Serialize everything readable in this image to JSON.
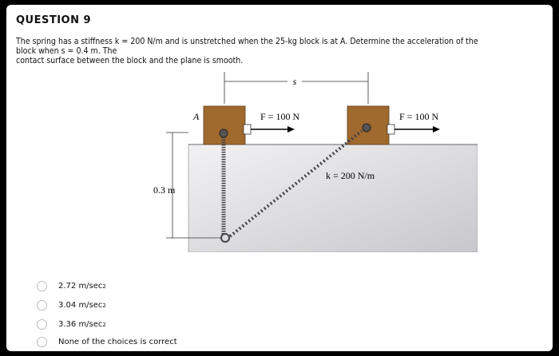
{
  "question": {
    "title": "QUESTION 9",
    "text_line1": "The spring has a stiffness k = 200 N/m and is unstretched when the 25-kg block is at A. Determine the acceleration of the block when s = 0.4 m. The",
    "text_line2": "contact surface between the block and the plane is smooth."
  },
  "diagram": {
    "label_A": "A",
    "label_s": "s",
    "force_left": "F = 100 N",
    "force_right": "F = 100 N",
    "spring": "k = 200 N/m",
    "height": "0.3 m"
  },
  "options": [
    {
      "label": "2.72 m/sec",
      "sup": "2"
    },
    {
      "label": "3.04 m/sec",
      "sup": "2"
    },
    {
      "label": "3.36 m/sec",
      "sup": "2"
    },
    {
      "label": "None of the choices is correct",
      "sup": ""
    }
  ]
}
